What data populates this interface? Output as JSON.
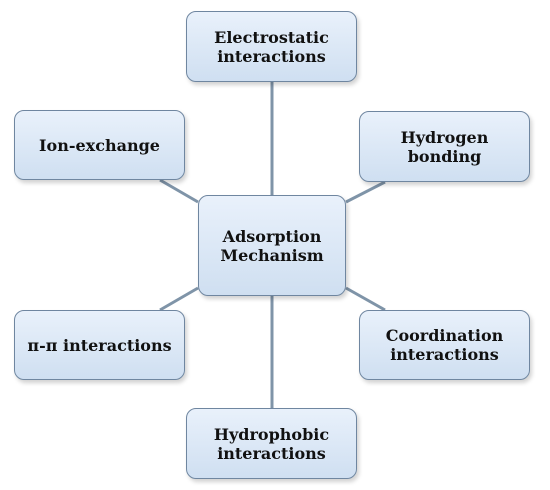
{
  "diagram": {
    "center": {
      "line1": "Adsorption",
      "line2": "Mechanism"
    },
    "nodes": {
      "electrostatic": {
        "line1": "Electrostatic",
        "line2": "interactions"
      },
      "ion_exchange": {
        "line1": "Ion-exchange"
      },
      "hydrogen": {
        "line1": "Hydrogen",
        "line2": "bonding"
      },
      "pi_pi": {
        "line1": "π-π interactions"
      },
      "coordination": {
        "line1": "Coordination",
        "line2": "interactions"
      },
      "hydrophobic": {
        "line1": "Hydrophobic",
        "line2": "interactions"
      }
    },
    "colors": {
      "connector": "#7f94a8",
      "box_border": "#6f86a0",
      "box_fill_top": "#e9f1fb",
      "box_fill_bottom": "#cfdff1"
    }
  }
}
